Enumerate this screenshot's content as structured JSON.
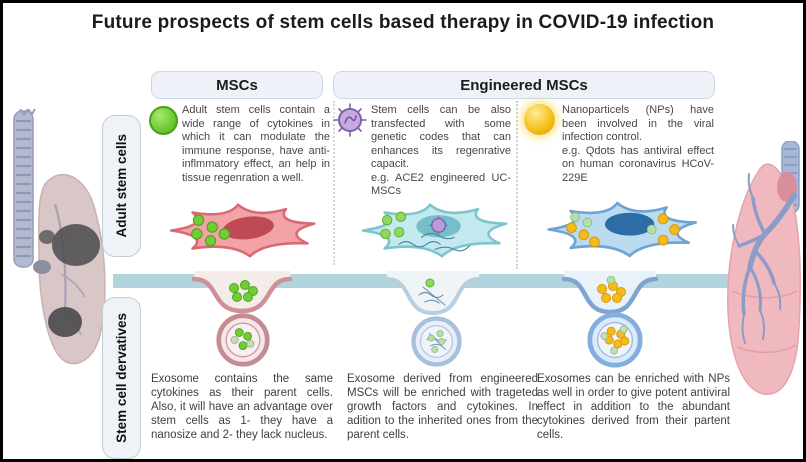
{
  "title": "Future prospects of stem cells based therapy in COVID-19 infection",
  "headers": {
    "mscs": "MSCs",
    "engineered": "Engineered MSCs"
  },
  "row_labels": {
    "top": "Adult stem cells",
    "bottom": "Stem cell dervatives"
  },
  "columns": [
    {
      "name": "mscs",
      "icon": "cytokine-green-circle-icon",
      "top_text": "Adult stem cells contain a wide range of cytokines in which it can modulate the immune response, have anti-inflmmatory effect, an help in tissue regenration a well.",
      "bottom_text": "Exosome contains the same cytokines as their parent cells. Also, it will have an advantage over stem cells as 1- they have a nanosize and 2- they lack nucleus."
    },
    {
      "name": "engineered-mscs",
      "icon": "virus-vector-purple-icon",
      "top_text": "Stem cells can be also transfected with some genetic codes that can enhances its regenrative capacit.",
      "top_example": "e.g. ACE2 engineered UC-MSCs",
      "bottom_text": "Exosome derived from engineered MSCs will be enriched with trageted growth factors and cytokines. In adition to the inherited ones from the parent cells."
    },
    {
      "name": "nanoparticle-mscs",
      "icon": "nanoparticle-gold-icon",
      "top_text": "Nanoparticels (NPs) have been involved in the viral infection control.",
      "top_example": "e.g. Qdots has antiviral effect on human coronavirus HCoV-229E",
      "bottom_text": "Exosomes can be enriched with NPs as well in order to give potent antiviral effect in addition to the abundant cytokines derived from their partent cells."
    }
  ],
  "colors": {
    "secretion_band": "#b2d4dc",
    "msc_cell_pink": "#f2a3a8",
    "engineered_cell_teal": "#c2e9ed",
    "np_cell_blue": "#badbf0",
    "cytokine_green": "#6fce35",
    "virus_purple": "#b99ada",
    "nanoparticle_gold": "#f5bb1a",
    "infected_lung_gray": "#d9c6c6",
    "healthy_lung_pink": "#f0b9bf"
  }
}
